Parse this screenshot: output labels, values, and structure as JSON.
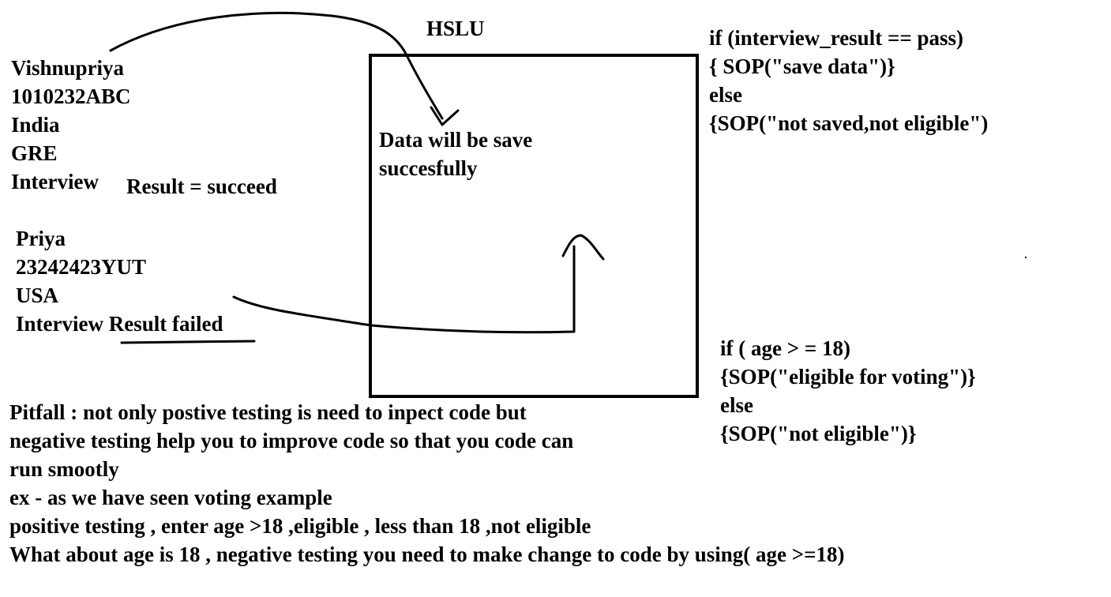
{
  "title": "HSLU",
  "person1": {
    "lines": [
      "Vishnupriya",
      "1010232ABC",
      "India",
      "GRE",
      "Interview"
    ],
    "result": "Result = succeed"
  },
  "person2": {
    "lines": [
      "Priya",
      "23242423YUT",
      "USA"
    ],
    "interview_label": "Interview ",
    "result": "Result failed"
  },
  "box_message": [
    "Data will be save",
    "succesfully"
  ],
  "code1": [
    "if (interview_result == pass)",
    "{ SOP(\"save data\")}",
    "else",
    "{SOP(\"not saved,not eligible\")"
  ],
  "code2": [
    "if ( age > = 18)",
    "{SOP(\"eligible for voting\")}",
    "else",
    "{SOP(\"not eligible\")}"
  ],
  "notes": [
    "Pitfall : not only postive testing is need to inpect code but",
    "negative testing help you to improve code so that you code can",
    "run smootly",
    "ex - as we have seen voting example",
    "positive testing , enter age >18 ,eligible , less than 18 ,not  eligible",
    "What about age is 18 , negative testing you need to make change to code by using( age >=18)"
  ]
}
